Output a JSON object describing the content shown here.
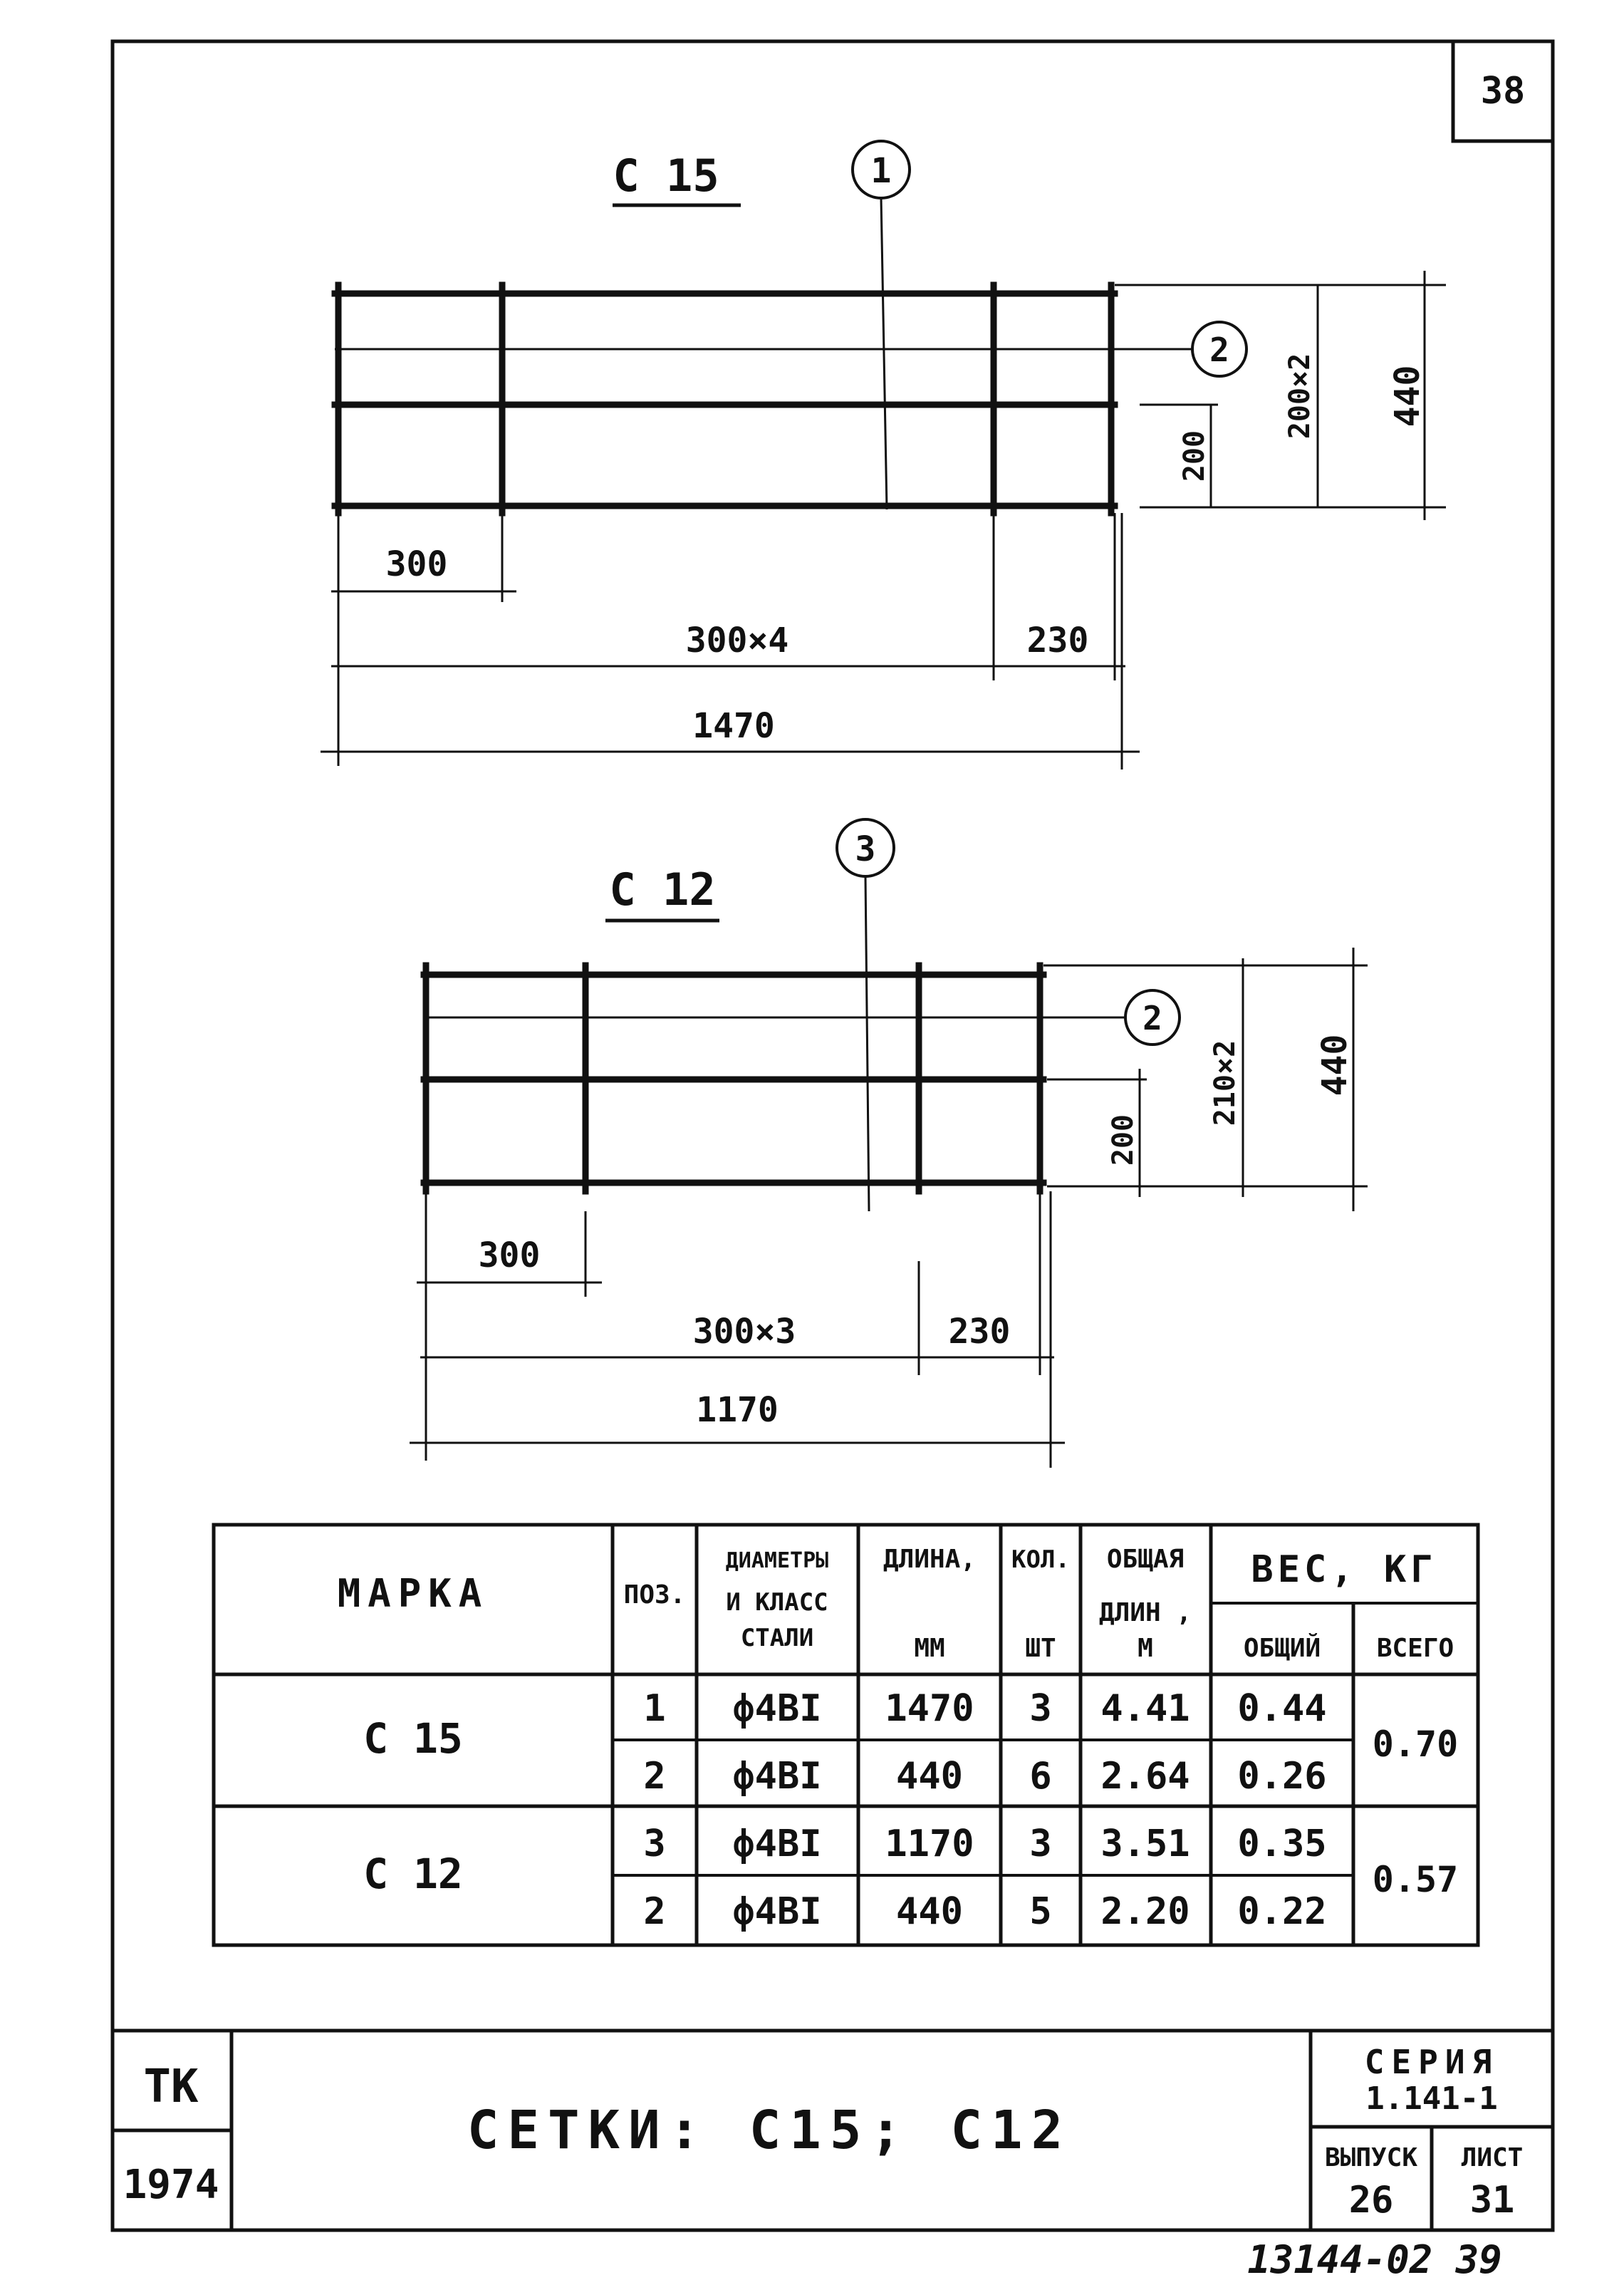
{
  "sheet_number": "38",
  "stamp_number": "13144-02 39",
  "drawings": [
    {
      "mark": "С 15",
      "position_labels": [
        "1",
        "2"
      ],
      "dimensions": {
        "first_span": "300",
        "span_chain": "300×4",
        "end_span": "230",
        "total_length": "1470",
        "bottom_span": "200",
        "span_vertical": "200×2",
        "total_height": "440"
      }
    },
    {
      "mark": "С 12",
      "position_labels": [
        "3",
        "2"
      ],
      "dimensions": {
        "first_span": "300",
        "span_chain": "300×3",
        "end_span": "230",
        "total_length": "1170",
        "bottom_span": "200",
        "span_vertical": "210×2",
        "total_height": "440"
      }
    }
  ],
  "spec_table": {
    "headers": {
      "mark": "МАРКА",
      "pos": "ПОЗ.",
      "diameter_line1": "ДИАМЕТРЫ",
      "diameter_line2": "И КЛАСС",
      "diameter_line3": "СТАЛИ",
      "length_line1": "ДЛИНА,",
      "length_line2": "ММ",
      "qty_line1": "КОЛ.",
      "qty_line2": "ШТ",
      "total_length_line1": "ОБЩАЯ",
      "total_length_line2": "ДЛИН ,",
      "total_length_line3": "М",
      "weight": "ВЕС, КГ",
      "weight_total": "ОБЩИЙ",
      "weight_all": "ВСЕГО"
    },
    "groups": [
      {
        "mark": "С 15",
        "total_weight": "0.70",
        "rows": [
          {
            "pos": "1",
            "steel": "ф4ВI",
            "length": "1470",
            "qty": "3",
            "total_len": "4.41",
            "weight": "0.44"
          },
          {
            "pos": "2",
            "steel": "ф4ВI",
            "length": "440",
            "qty": "6",
            "total_len": "2.64",
            "weight": "0.26"
          }
        ]
      },
      {
        "mark": "С 12",
        "total_weight": "0.57",
        "rows": [
          {
            "pos": "3",
            "steel": "ф4ВI",
            "length": "1170",
            "qty": "3",
            "total_len": "3.51",
            "weight": "0.35"
          },
          {
            "pos": "2",
            "steel": "ф4ВI",
            "length": "440",
            "qty": "5",
            "total_len": "2.20",
            "weight": "0.22"
          }
        ]
      }
    ]
  },
  "title_block": {
    "org": "ТК",
    "year": "1974",
    "title": "СЕТКИ:  С15;  С12",
    "series_label": "СЕРИЯ",
    "series_value": "1.141-1",
    "issue_label": "ВЫПУСК",
    "issue_value": "26",
    "sheet_label": "ЛИСТ",
    "sheet_value": "31"
  }
}
